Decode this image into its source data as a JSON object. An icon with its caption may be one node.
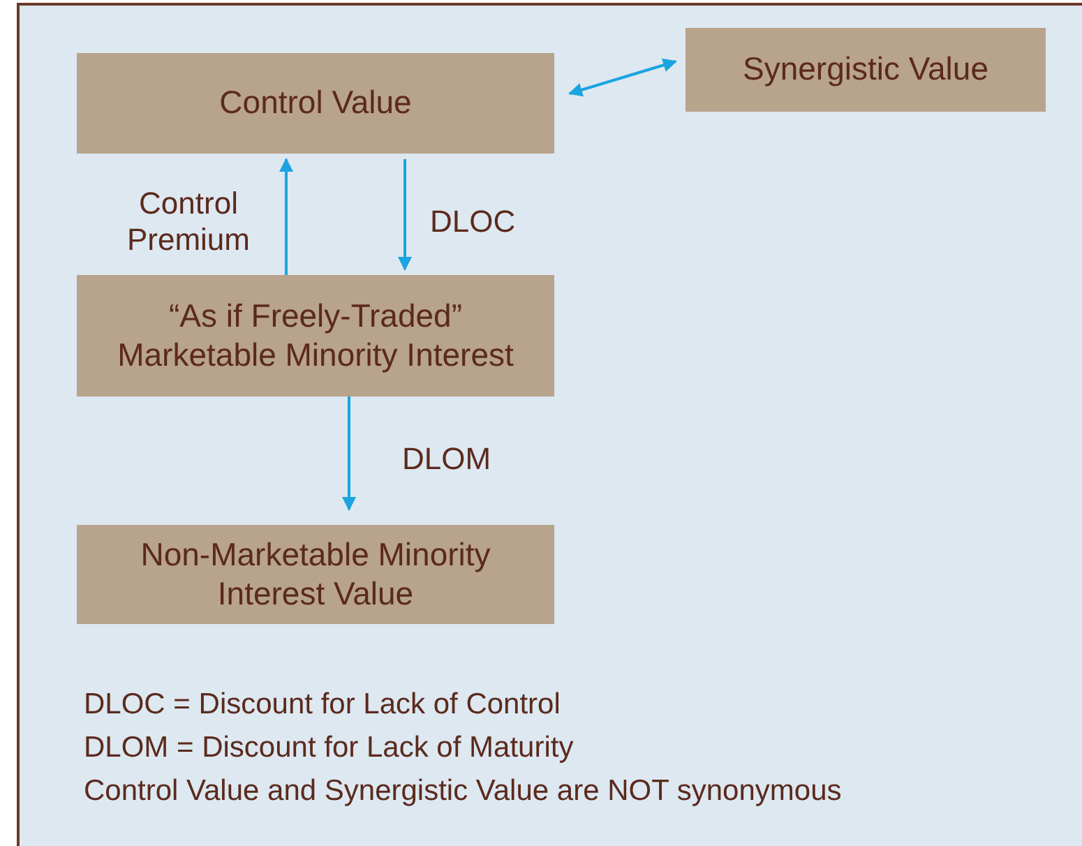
{
  "diagram": {
    "nodes": [
      {
        "text": [
          "Control Value"
        ]
      },
      {
        "text": [
          "Synergistic Value"
        ]
      },
      {
        "text": [
          "“As if Freely-Traded” Marketable Minority Interest"
        ]
      },
      {
        "text": [
          "Non-Marketable Minority Interest Value"
        ]
      }
    ],
    "edges": [
      {
        "from": 0,
        "to": 1,
        "arrow": "both"
      },
      {
        "from": 2,
        "to": 0,
        "arrow": "to",
        "label": "Control Premium"
      },
      {
        "from": 0,
        "to": 2,
        "arrow": "to",
        "label": "DLOC"
      },
      {
        "from": 2,
        "to": 3,
        "arrow": "to",
        "label": "DLOM"
      }
    ],
    "labels": [
      "DLOC = Discount for Lack of Control",
      "DLOM = Discount for Lack of Maturity",
      "Control Value and Synergistic Value are NOT synonymous"
    ]
  }
}
